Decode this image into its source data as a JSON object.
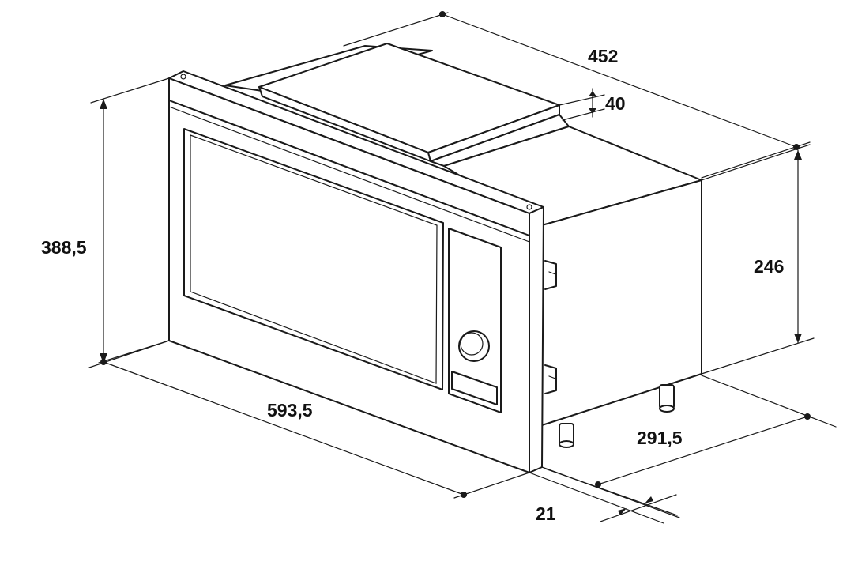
{
  "dimensions": {
    "height_overall": "388,5",
    "width_front": "593,5",
    "depth_overall": "452",
    "top_step": "40",
    "body_height": "246",
    "body_depth": "291,5",
    "frame_thickness": "21"
  }
}
